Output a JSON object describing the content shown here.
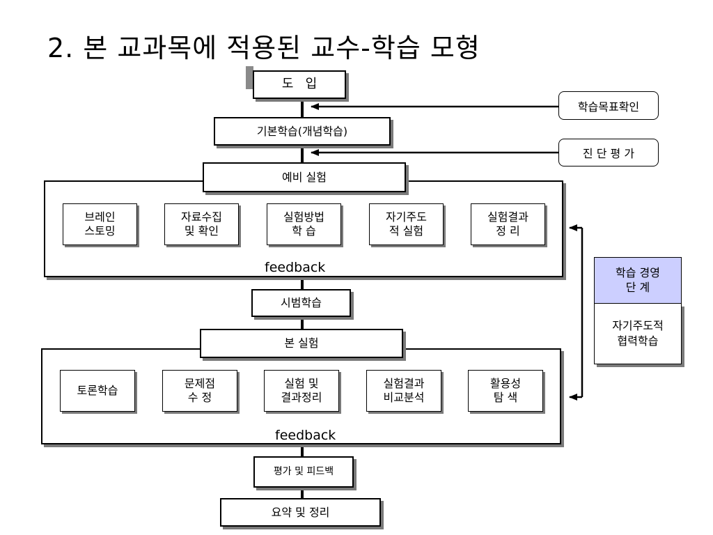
{
  "title": "2. 본 교과목에 적용된 교수-학습 모형",
  "flow": {
    "intro": "도   입",
    "basic": "기본학습(개념학습)",
    "prelim": "예비 실험",
    "demo": "시범학습",
    "main": "본 실험",
    "eval": "평가 및 피드백",
    "summary": "요약 및 정리"
  },
  "side": {
    "goal_check": "학습목표확인",
    "diagnostic": "진 단 평 가"
  },
  "prelim_steps": [
    "브레인\n스토밍",
    "자료수집\n및 확인",
    "실험방법\n학     습",
    "자기주도\n적 실험",
    "실험결과\n정     리"
  ],
  "main_steps": [
    "토론학습",
    "문제점\n수   정",
    "실험 및\n결과정리",
    "실험결과\n비교분석",
    "활용성\n탐   색"
  ],
  "feedback_label": "feedback",
  "panel": {
    "header": "학습 경영\n단  계",
    "body": "자기주도적\n협력학습"
  }
}
